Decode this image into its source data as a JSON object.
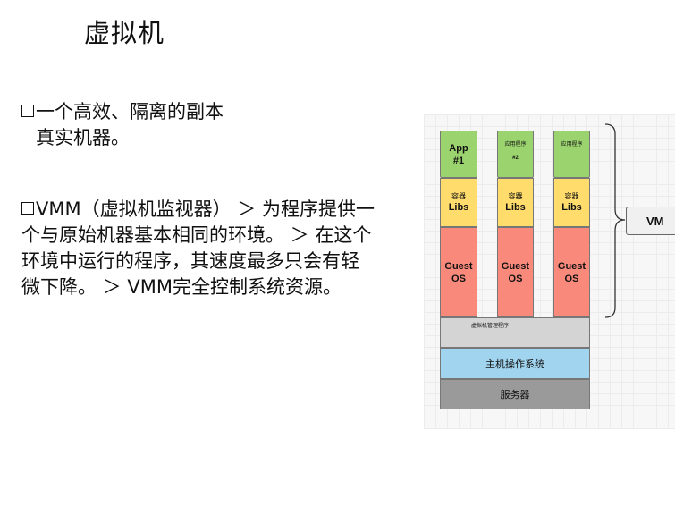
{
  "slide": {
    "title": "虚拟机",
    "paragraph1": {
      "line1": "一个高效、隔离的副本",
      "line2": "真实机器。"
    },
    "paragraph2": {
      "lines": [
        "VMM（虚拟机监视器） ＞ 为程序提供一",
        "个与原始机器基本相同的环境。 ＞ 在这个",
        "环境中运行的程序，其速度最多只会有轻",
        "微下降。 ＞ VMM完全控制系统资源。"
      ]
    }
  },
  "diagram": {
    "columns": [
      {
        "app": "App\n#1",
        "libs_tag": "容器",
        "libs": "Libs",
        "guest": "Guest\nOS"
      },
      {
        "app": "应用程序",
        "app_sub": "#2",
        "libs_tag": "容器",
        "libs": "Libs",
        "guest": "Guest\nOS"
      },
      {
        "app": "应用程序",
        "libs_tag": "容器",
        "libs": "Libs",
        "guest": "Guest\nOS"
      }
    ],
    "hypervisor": "虚拟机管理程序",
    "host_os": "主机操作系统",
    "server": "服务器",
    "vm_label": "VM",
    "colors": {
      "app": "#9bd36e",
      "libs": "#ffdc6c",
      "guest_os": "#f98a7b",
      "hypervisor": "#d4d4d4",
      "host_os": "#a1d4ef",
      "server": "#9a9a9a"
    }
  }
}
